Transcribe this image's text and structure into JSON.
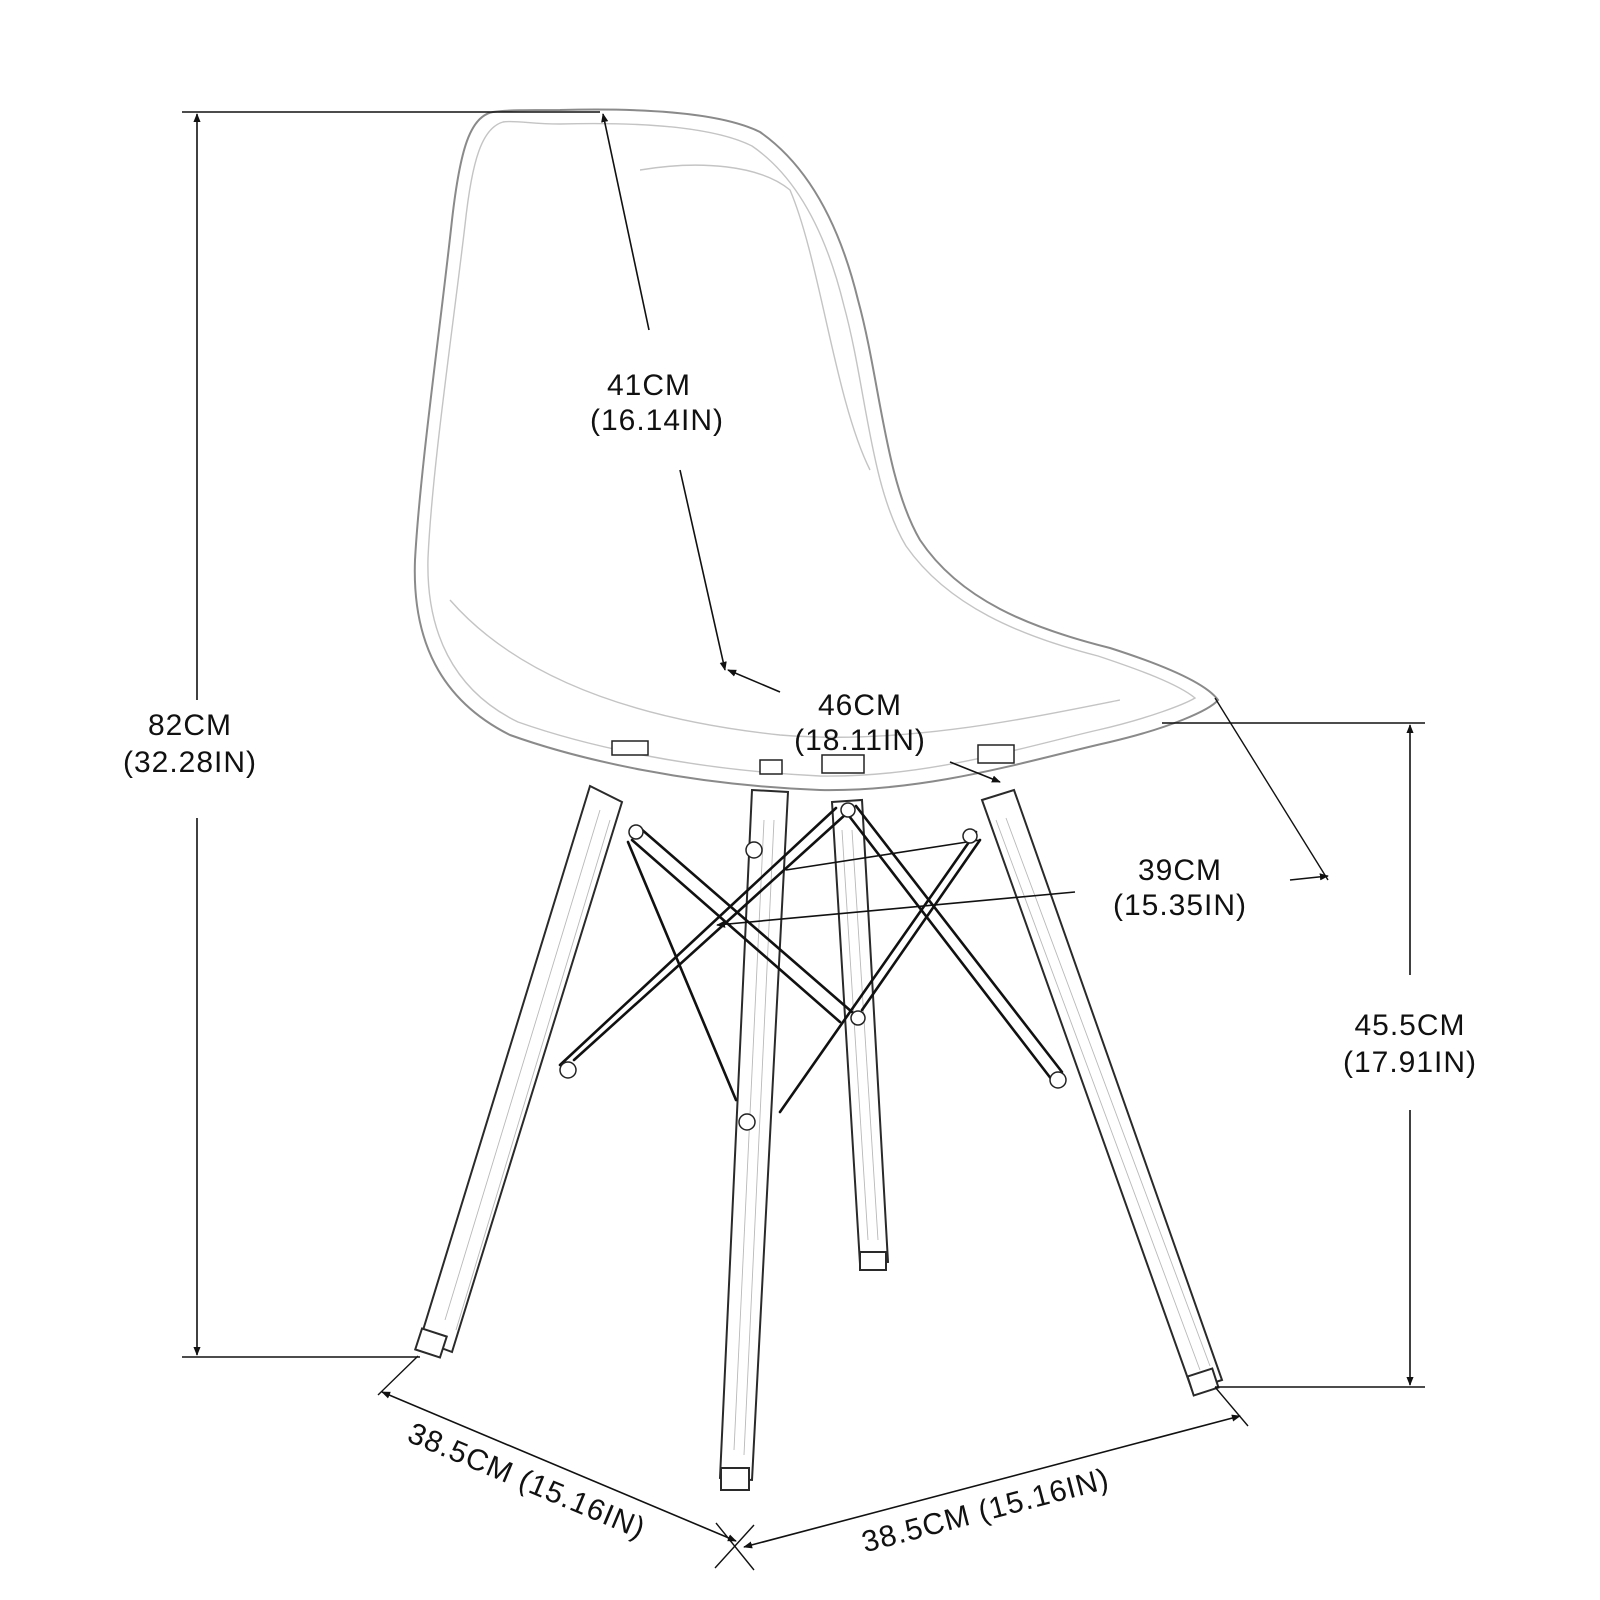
{
  "colors": {
    "line": "#111111",
    "shell": "#8a8a8a",
    "background": "#ffffff"
  },
  "dimensions": {
    "overall_height": {
      "metric": "82CM",
      "imperial": "(32.28IN)"
    },
    "backrest_height": {
      "metric": "41CM",
      "imperial": "(16.14IN)"
    },
    "seat_width": {
      "metric": "46CM",
      "imperial": "(18.11IN)"
    },
    "seat_depth": {
      "metric": "39CM",
      "imperial": "(15.35IN)"
    },
    "seat_height": {
      "metric": "45.5CM",
      "imperial": "(17.91IN)"
    },
    "base_left": {
      "label": "38.5CM (15.16IN)"
    },
    "base_right": {
      "label": "38.5CM (15.16IN)"
    }
  }
}
